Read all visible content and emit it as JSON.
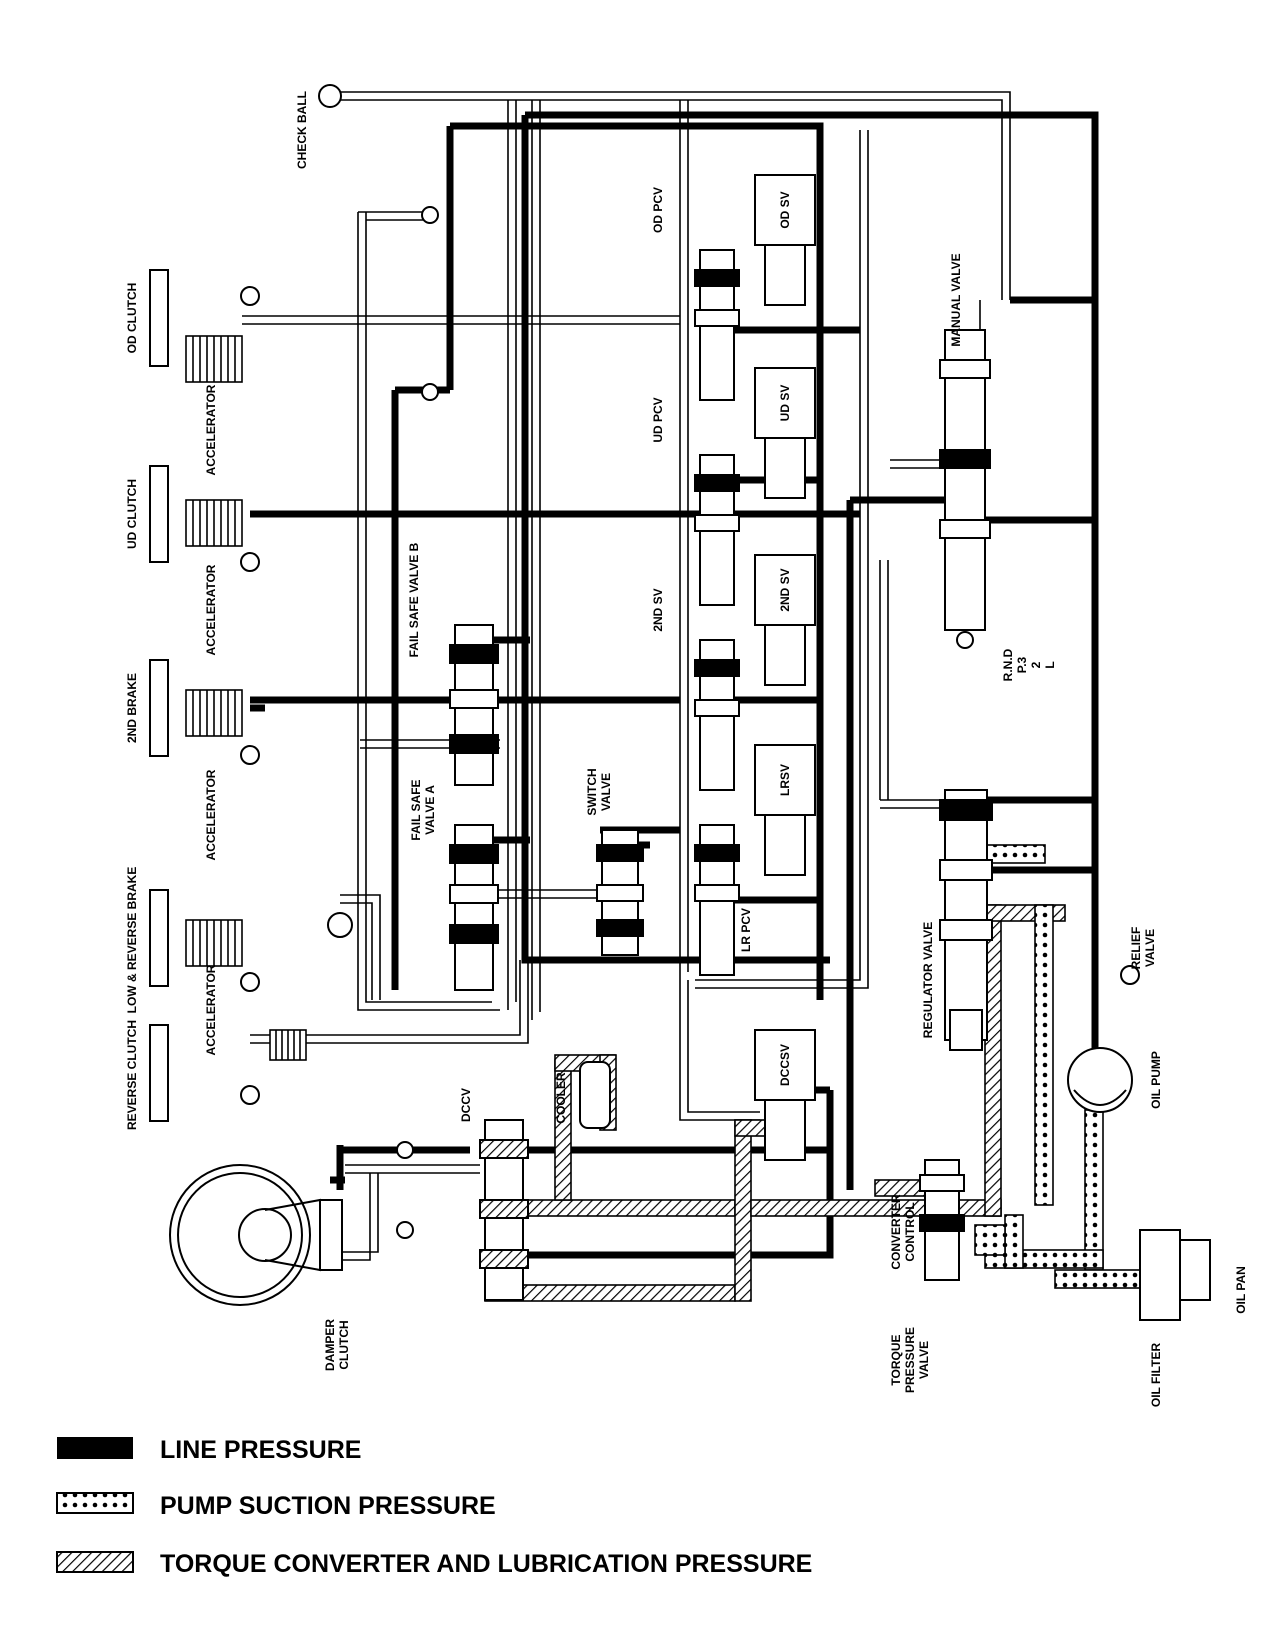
{
  "labels": {
    "check_ball": "CHECK BALL",
    "od_clutch": "OD CLUTCH",
    "ud_clutch": "UD CLUTCH",
    "second_brake": "2ND BRAKE",
    "low_reverse_brake": "LOW & REVERSE BRAKE",
    "reverse_clutch": "REVERSE CLUTCH",
    "accelerator": "ACCELERATOR",
    "fail_safe_valve_b": "FAIL SAFE VALVE B",
    "fail_safe_valve_a_1": "FAIL SAFE",
    "fail_safe_valve_a_2": "VALVE A",
    "switch_valve_1": "SWITCH",
    "switch_valve_2": "VALVE",
    "od_pcv": "OD PCV",
    "ud_pcv": "UD PCV",
    "second_sv_side": "2ND SV",
    "lr_pcv": "LR PCV",
    "od_sv": "OD SV",
    "ud_sv": "UD SV",
    "second_sv": "2ND SV",
    "lrsv": "LRSV",
    "dccsv": "DCCSV",
    "manual_valve": "MANUAL VALVE",
    "shift_rnd": "R.N.D",
    "shift_p3": "P.3",
    "shift_2": "2",
    "shift_l": "L",
    "regulator_valve": "REGULATOR VALVE",
    "relief_valve_1": "RELIEF",
    "relief_valve_2": "VALVE",
    "oil_pump": "OIL PUMP",
    "oil_filter": "OIL FILTER",
    "oil_pan": "OIL PAN",
    "cooler": "COOLER",
    "dccv": "DCCV",
    "damper_clutch_1": "DAMPER",
    "damper_clutch_2": "CLUTCH",
    "converter_control_1": "CONVERTER",
    "converter_control_2": "CONTROL",
    "torque_pressure_valve_1": "TORQUE",
    "torque_pressure_valve_2": "PRESSURE",
    "torque_pressure_valve_3": "VALVE"
  },
  "legend": [
    {
      "label": "LINE PRESSURE",
      "pattern": "solid"
    },
    {
      "label": "PUMP SUCTION PRESSURE",
      "pattern": "dotted"
    },
    {
      "label": "TORQUE CONVERTER AND LUBRICATION PRESSURE",
      "pattern": "hatched"
    }
  ],
  "colors": {
    "ink": "#000000",
    "paper": "#ffffff"
  }
}
